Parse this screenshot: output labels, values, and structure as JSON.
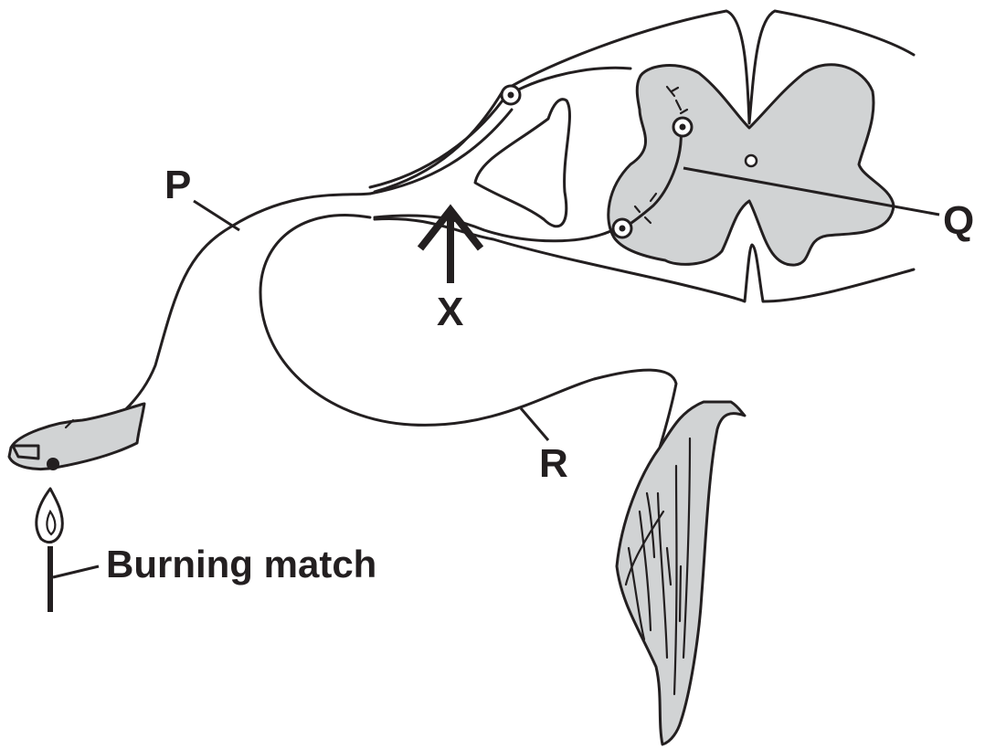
{
  "labels": {
    "p": "P",
    "q": "Q",
    "r": "R",
    "x": "X",
    "burning_match": "Burning match"
  },
  "colors": {
    "ink": "#231f20",
    "grey_matter": "#d1d3d4",
    "background": "#ffffff"
  }
}
